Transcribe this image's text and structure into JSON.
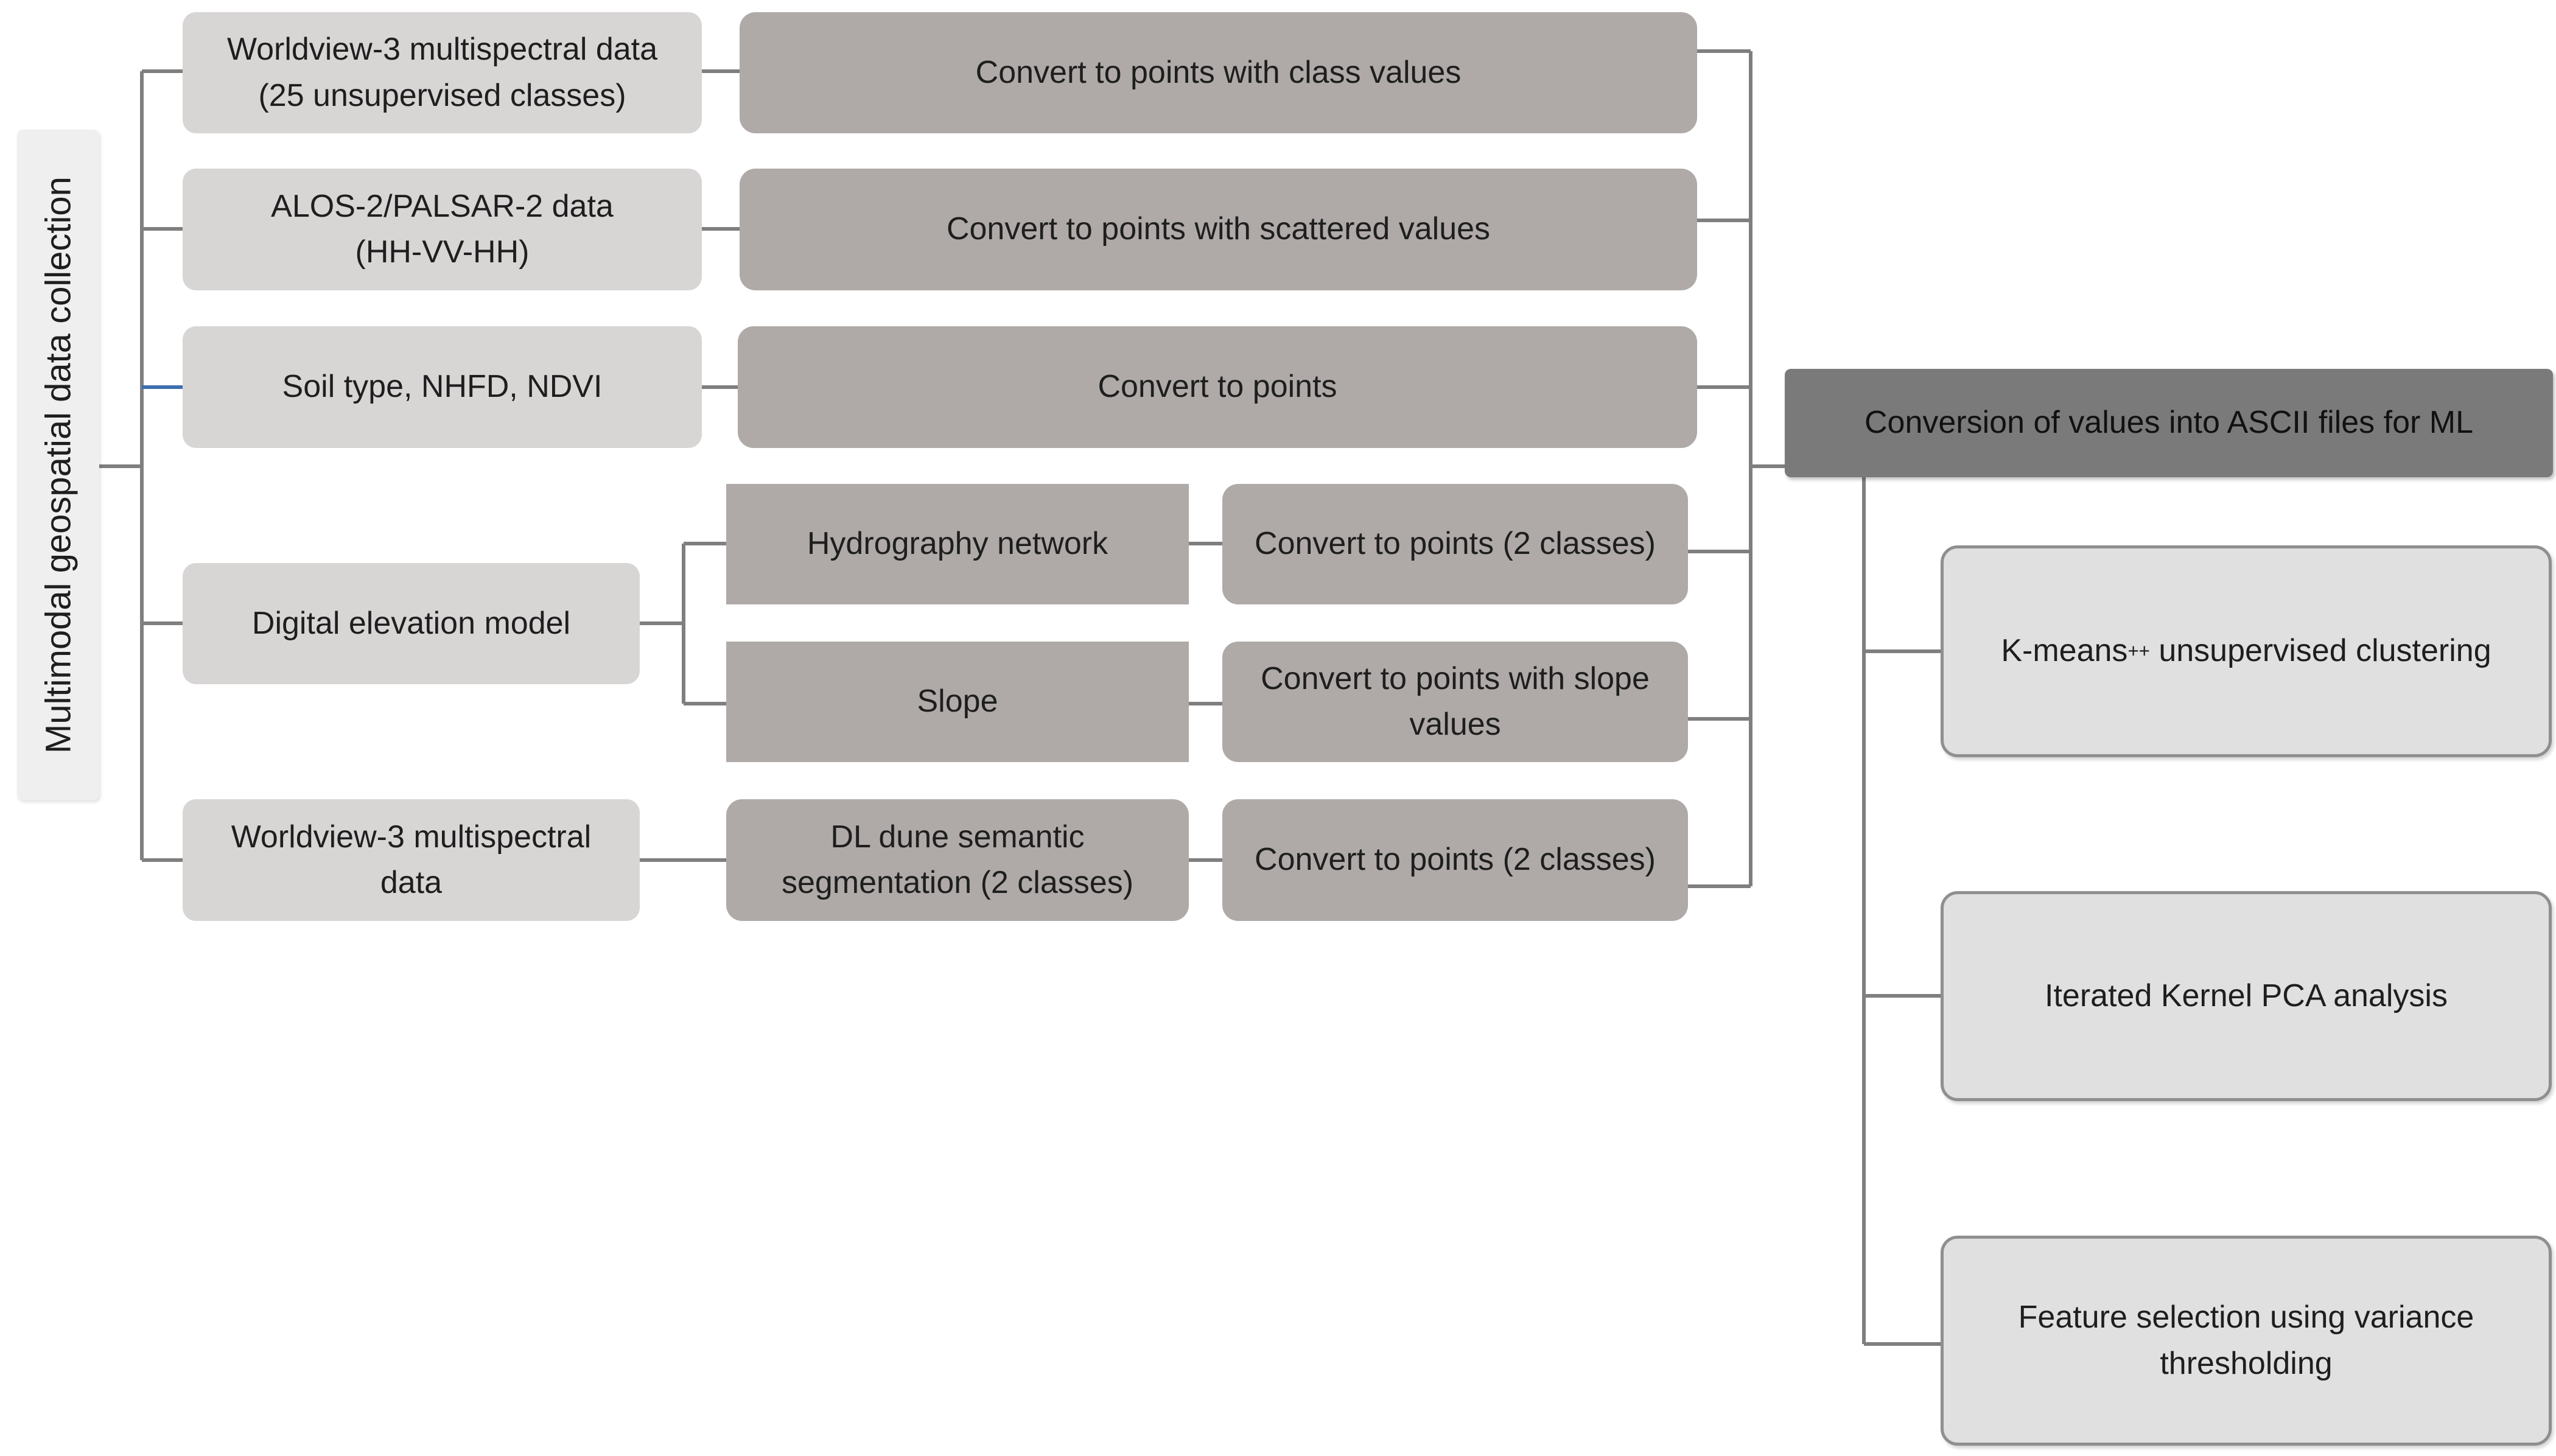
{
  "left_label": "Multimodal geospatial data collection",
  "sources": {
    "wv3_classes": "Worldview-3 multispectral data\n(25 unsupervised classes)",
    "alos": "ALOS-2/PALSAR-2 data\n(HH-VV-HH)",
    "soil": "Soil type, NHFD, NDVI",
    "dem": "Digital elevation model",
    "wv3": "Worldview-3 multispectral\ndata"
  },
  "intermediate": {
    "hydrography": "Hydrography network",
    "slope": "Slope",
    "dl_dune": "DL dune semantic\nsegmentation (2 classes)"
  },
  "convert": {
    "class_values": "Convert to points with class values",
    "scattered_values": "Convert to points with scattered values",
    "points": "Convert to points",
    "two_classes_hydro": "Convert to points (2 classes)",
    "slope_values": "Convert to points with slope\nvalues",
    "two_classes_dl": "Convert to points (2 classes)"
  },
  "ascii": "Conversion of values into ASCII files for ML",
  "ml_steps": {
    "kmeans_prefix": "K-means",
    "kmeans_sup": "++",
    "kmeans_suffix": " unsupervised clustering",
    "kernel_pca": "Iterated Kernel PCA analysis",
    "feature_selection": "Feature selection using variance\nthresholding"
  },
  "colors": {
    "source_fill": "#d8d5d5",
    "process_fill": "#afaaa8",
    "ascii_fill": "#7a7a7a",
    "ml_fill": "#e0e0e0",
    "connector": "#7f7f7f",
    "soil_connector_accent": "#3d6fb0"
  }
}
